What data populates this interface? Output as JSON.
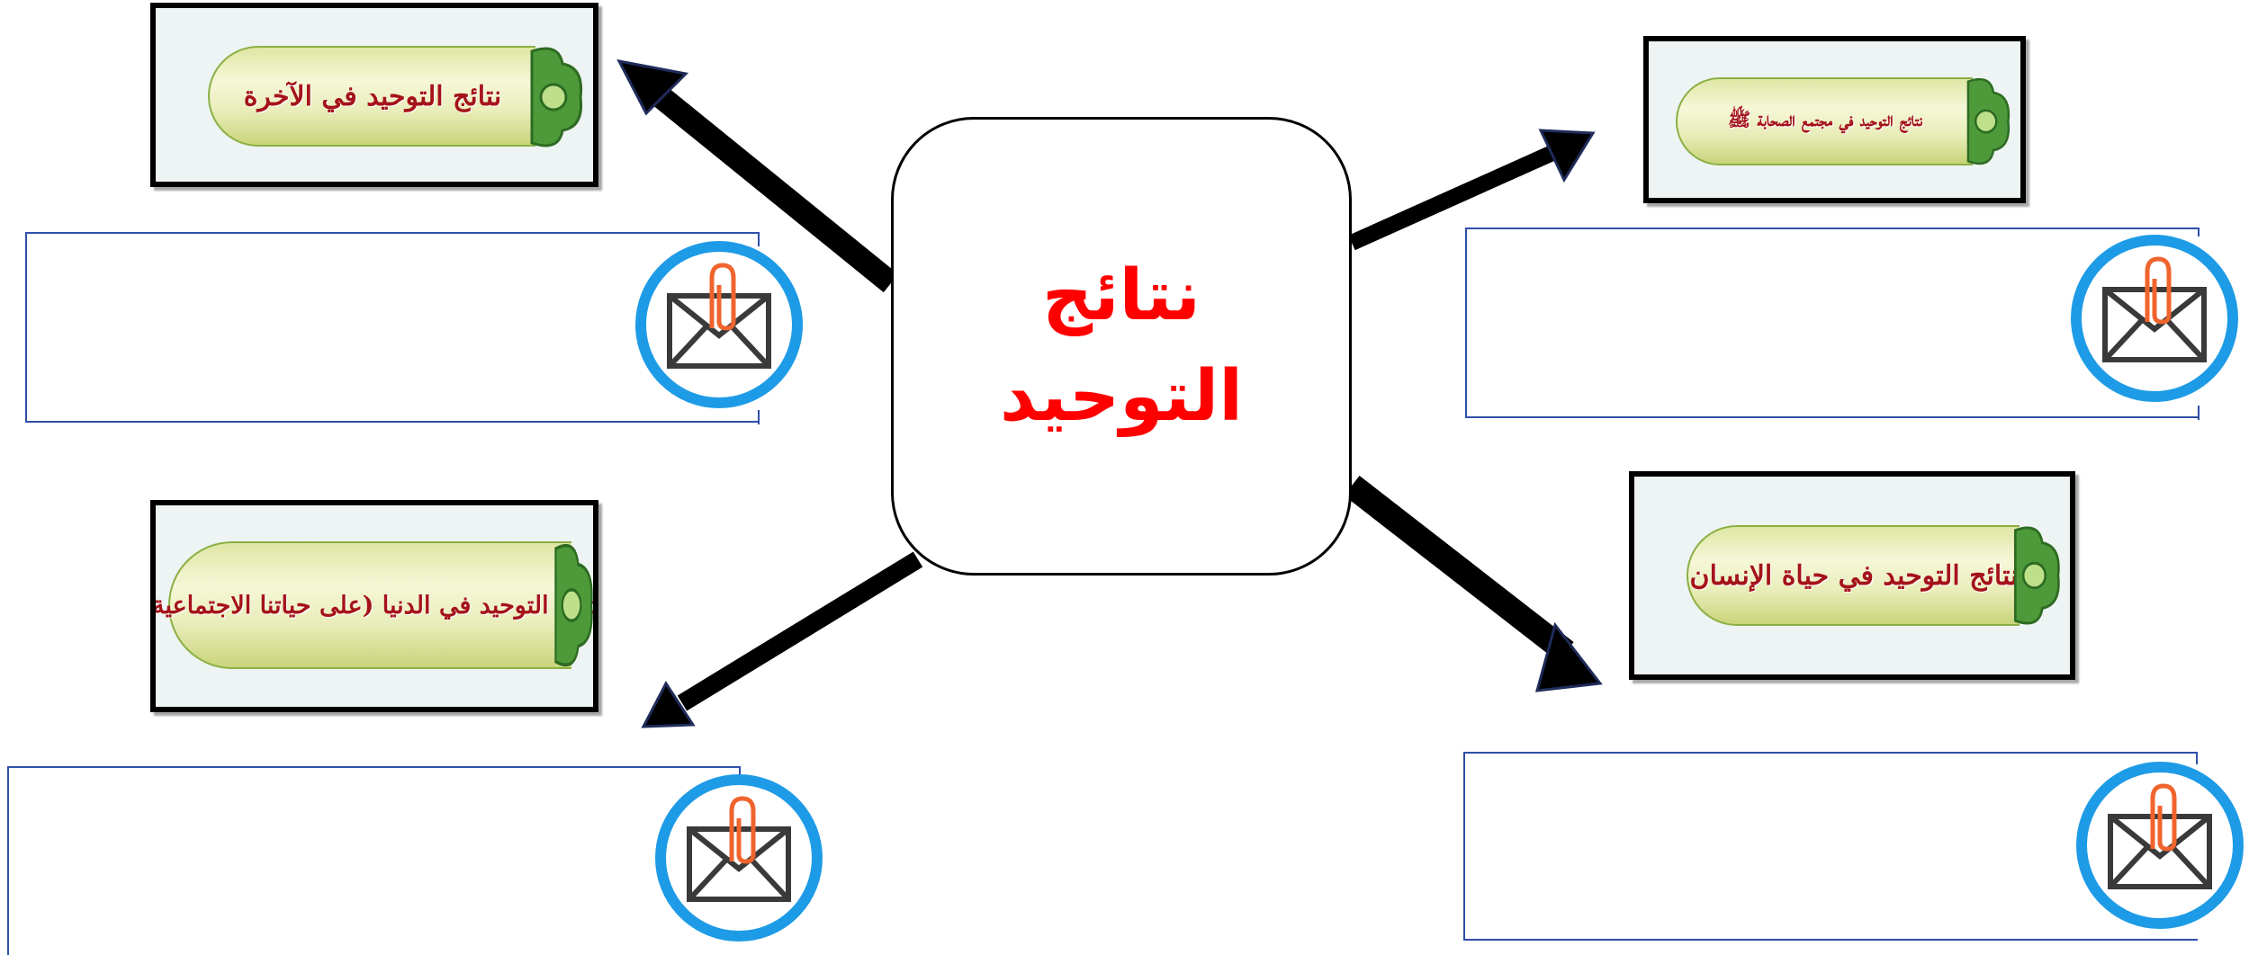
{
  "center": {
    "title_line1": "نتائج",
    "title_line2": "التوحيد"
  },
  "banners": [
    {
      "title": "نتائج التوحيد في الآخرة"
    },
    {
      "title": "نتائج التوحيد في مجتمع الصحابة ﷺ"
    },
    {
      "title": "نتائج التوحيد في الدنيا (على حياتنا الاجتماعية)"
    },
    {
      "title": "نتائج التوحيد في حياة الإنسان"
    }
  ],
  "answer_boxes": [
    {
      "text": ""
    },
    {
      "text": ""
    },
    {
      "text": ""
    },
    {
      "text": ""
    }
  ],
  "icons": {
    "mail": "mail-attachment-icon"
  },
  "colors": {
    "title": "#ff0000",
    "banner_text": "#a5121a",
    "ring": "#1e9be6",
    "box_border": "#2f4fa8",
    "clip": "#f0642d"
  }
}
